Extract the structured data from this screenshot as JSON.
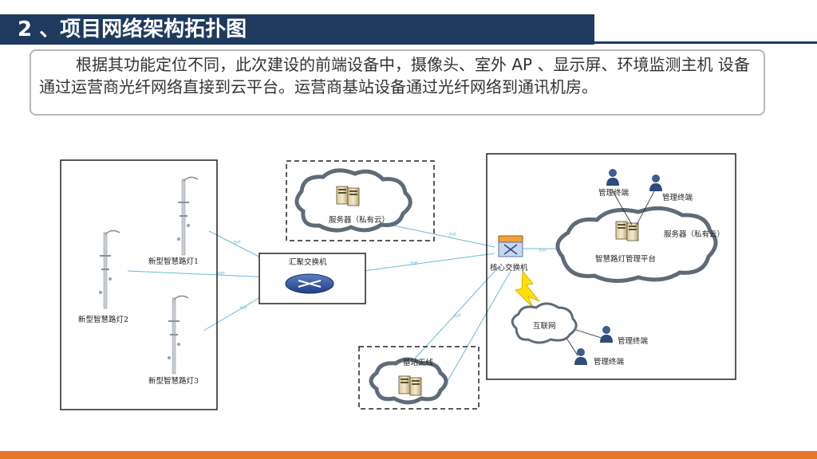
{
  "header": {
    "title": "2 、项目网络架构拓扑图"
  },
  "description": "根据其功能定位不同，此次建设的前端设备中，摄像头、室外 AP 、显示屏、环境监测主机 设备通过运营商光纤网络直接到云平台。运营商基站设备通过光纤网络到通讯机房。",
  "diagram": {
    "lamp1": "新型智慧路灯1",
    "lamp2": "新型智慧路灯2",
    "lamp3": "新型智慧路灯3",
    "agg_switch": "汇聚交换机",
    "server_cloud": "服务器（私有云）",
    "core_switch": "核心交换机",
    "platform_server": "服务器（私有云）",
    "platform": "智慧路灯管理平台",
    "terminal_1": "管理终端",
    "terminal_2": "管理终端",
    "terminal_3": "管理终端",
    "terminal_4": "管理终端",
    "internet": "互联网",
    "base_station": "基站天线",
    "fiber": "光纤"
  },
  "colors": {
    "title_bg": "#1f3a5f",
    "accent_bar": "#e7762b",
    "fiber_line": "#6bbcd6",
    "cloud_stroke": "#5e6b78",
    "lightning": "#ffe000"
  }
}
